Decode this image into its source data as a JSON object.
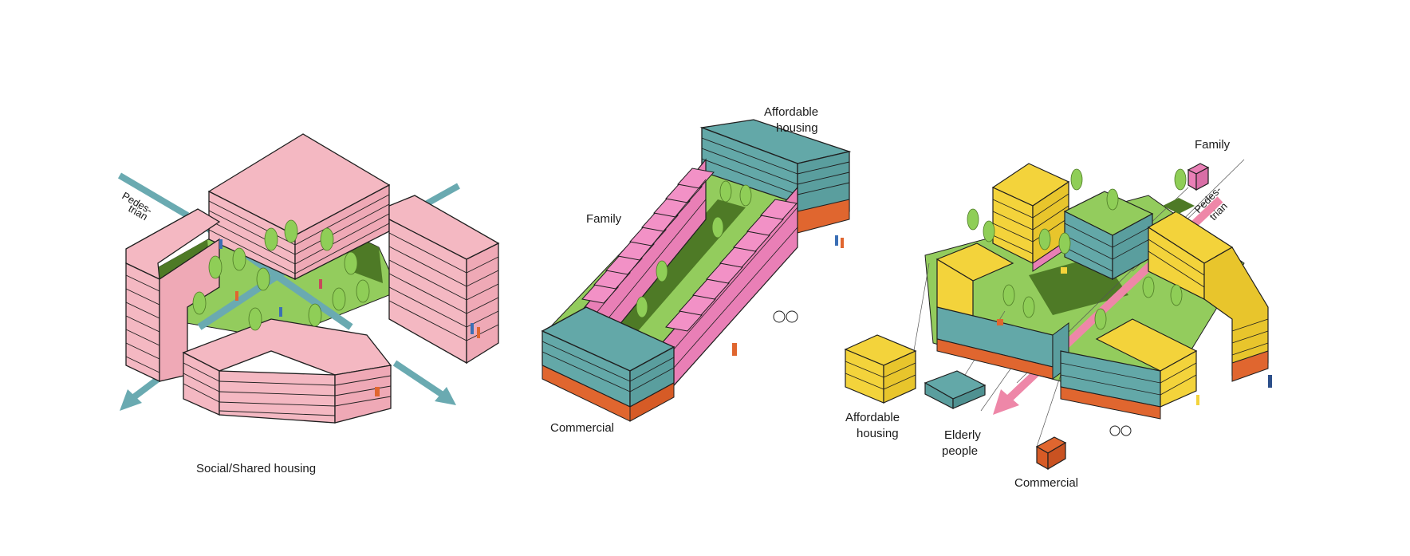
{
  "colors": {
    "pink": "#f4b8c2",
    "magenta": "#e97fb6",
    "yellow": "#f3d33b",
    "teal": "#63a8a8",
    "orange": "#e0662f",
    "grass": "#93cc5d",
    "dark_green": "#4e7a26",
    "arrow_teal": "#6aaab1",
    "arrow_pink": "#ee87a8",
    "outline": "#1f1f1f"
  },
  "diagram1": {
    "caption": "Social/Shared housing",
    "pedestrian_label_line1": "Pedes-",
    "pedestrian_label_line2": "trian"
  },
  "diagram2": {
    "label_affordable_line1": "Affordable",
    "label_affordable_line2": "housing",
    "label_family": "Family",
    "label_commercial": "Commercial"
  },
  "diagram3": {
    "label_family": "Family",
    "pedestrian_label_line1": "Pedes-",
    "pedestrian_label_line2": "trian",
    "label_affordable_line1": "Affordable",
    "label_affordable_line2": "housing",
    "label_elderly_line1": "Elderly",
    "label_elderly_line2": "people",
    "label_commercial": "Commercial"
  }
}
